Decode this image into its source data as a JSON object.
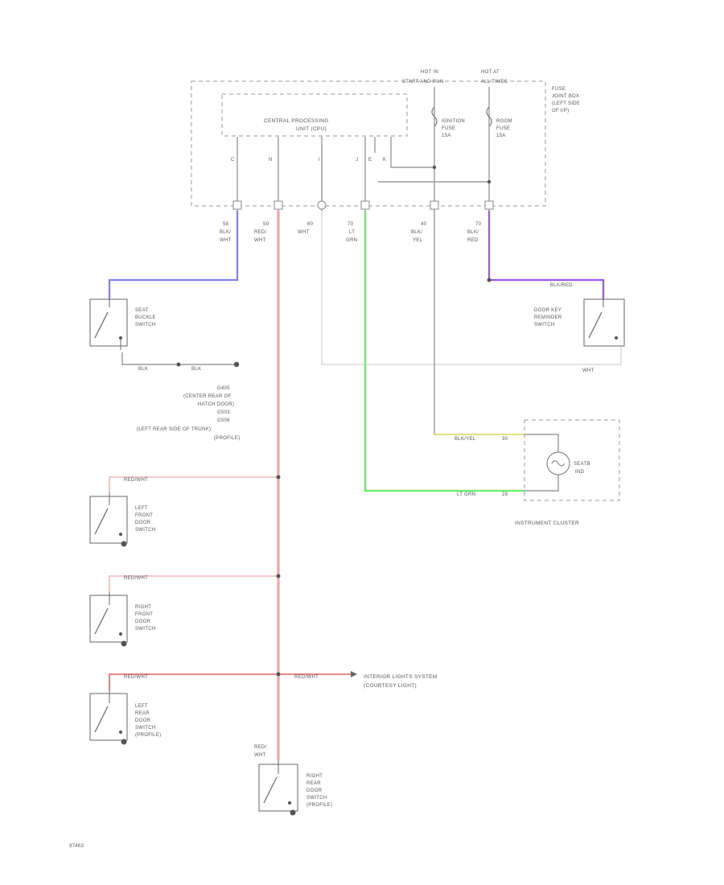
{
  "fuse_box": {
    "hot_in_label": "HOT IN",
    "hot_in_mode": "START AND RUN",
    "hot_at_label": "HOT AT",
    "hot_at_mode": "ALL TIMES",
    "label_lines": [
      "FUSE",
      "JOINT BOX",
      "(LEFT SIDE",
      "OF I/P)"
    ],
    "fuse_a": [
      "IGNITION",
      "FUSE",
      "15A"
    ],
    "fuse_b": [
      "ROOM",
      "FUSE",
      "15A"
    ]
  },
  "ecu": {
    "title_lines": [
      "CENTRAL PROCESSING",
      "UNIT (CPU)"
    ],
    "pin_letters": [
      "C",
      "N",
      "I",
      "J",
      "E",
      "K"
    ]
  },
  "wire_labels": [
    {
      "num": "58",
      "c1": "BLK/",
      "c2": "WHT"
    },
    {
      "num": "59",
      "c1": "RED/",
      "c2": "WHT"
    },
    {
      "num": "60",
      "c1": "WHT",
      "c2": ""
    },
    {
      "num": "70",
      "c1": "LT",
      "c2": "GRN"
    },
    {
      "num": "40",
      "c1": "BLK/",
      "c2": "YEL"
    },
    {
      "num": "70",
      "c1": "BLK/",
      "c2": "RED"
    }
  ],
  "seatbelt_switch": [
    "SEAT",
    "BUCKLE",
    "SWITCH"
  ],
  "ground_wire": [
    "BLK",
    "BLK"
  ],
  "ground_note": [
    "G405",
    "(CENTER REAR OF",
    "HATCH DOOR)",
    "G503",
    "G506",
    "(LEFT REAR SIDE OF TRUNK)",
    "(PROFILE)"
  ],
  "key_reminder": {
    "label": [
      "DOOR KEY",
      "REMINDER",
      "SWITCH"
    ],
    "wire": "BLK/RED",
    "wht": "WHT"
  },
  "cluster": {
    "bulb": [
      "SEATB",
      "IND"
    ],
    "wire_top": "BLK/YEL",
    "pin_top": "30",
    "wire_bot": "LT GRN",
    "pin_bot": "28",
    "label": "INSTRUMENT CLUSTER"
  },
  "door_switches": [
    {
      "wire": "RED/WHT",
      "label": [
        "LEFT",
        "FRONT",
        "DOOR",
        "SWITCH"
      ]
    },
    {
      "wire": "RED/WHT",
      "label": [
        "RIGHT",
        "FRONT",
        "DOOR",
        "SWITCH"
      ]
    },
    {
      "wire": "RED/WHT",
      "label": [
        "LEFT",
        "REAR",
        "DOOR",
        "SWITCH",
        "(PROFILE)"
      ]
    },
    {
      "wire": "",
      "label": [
        "RIGHT",
        "REAR",
        "DOOR",
        "SWITCH",
        "(PROFILE)"
      ]
    }
  ],
  "rr_wire": [
    "RED/",
    "WHT"
  ],
  "interior_light": {
    "wire": "RED/WHT",
    "label": [
      "INTERIOR LIGHTS SYSTEM",
      "(COURTESY LIGHT)"
    ]
  },
  "footer_code": "97463",
  "colors": {
    "red_wire": "#f2a0a0",
    "red_wire_dark": "#e86060",
    "green_wire": "#66ee66",
    "blue_wire": "#8080f0",
    "purple_wire": "#9955ee",
    "yellow_wire": "#e0e080"
  }
}
